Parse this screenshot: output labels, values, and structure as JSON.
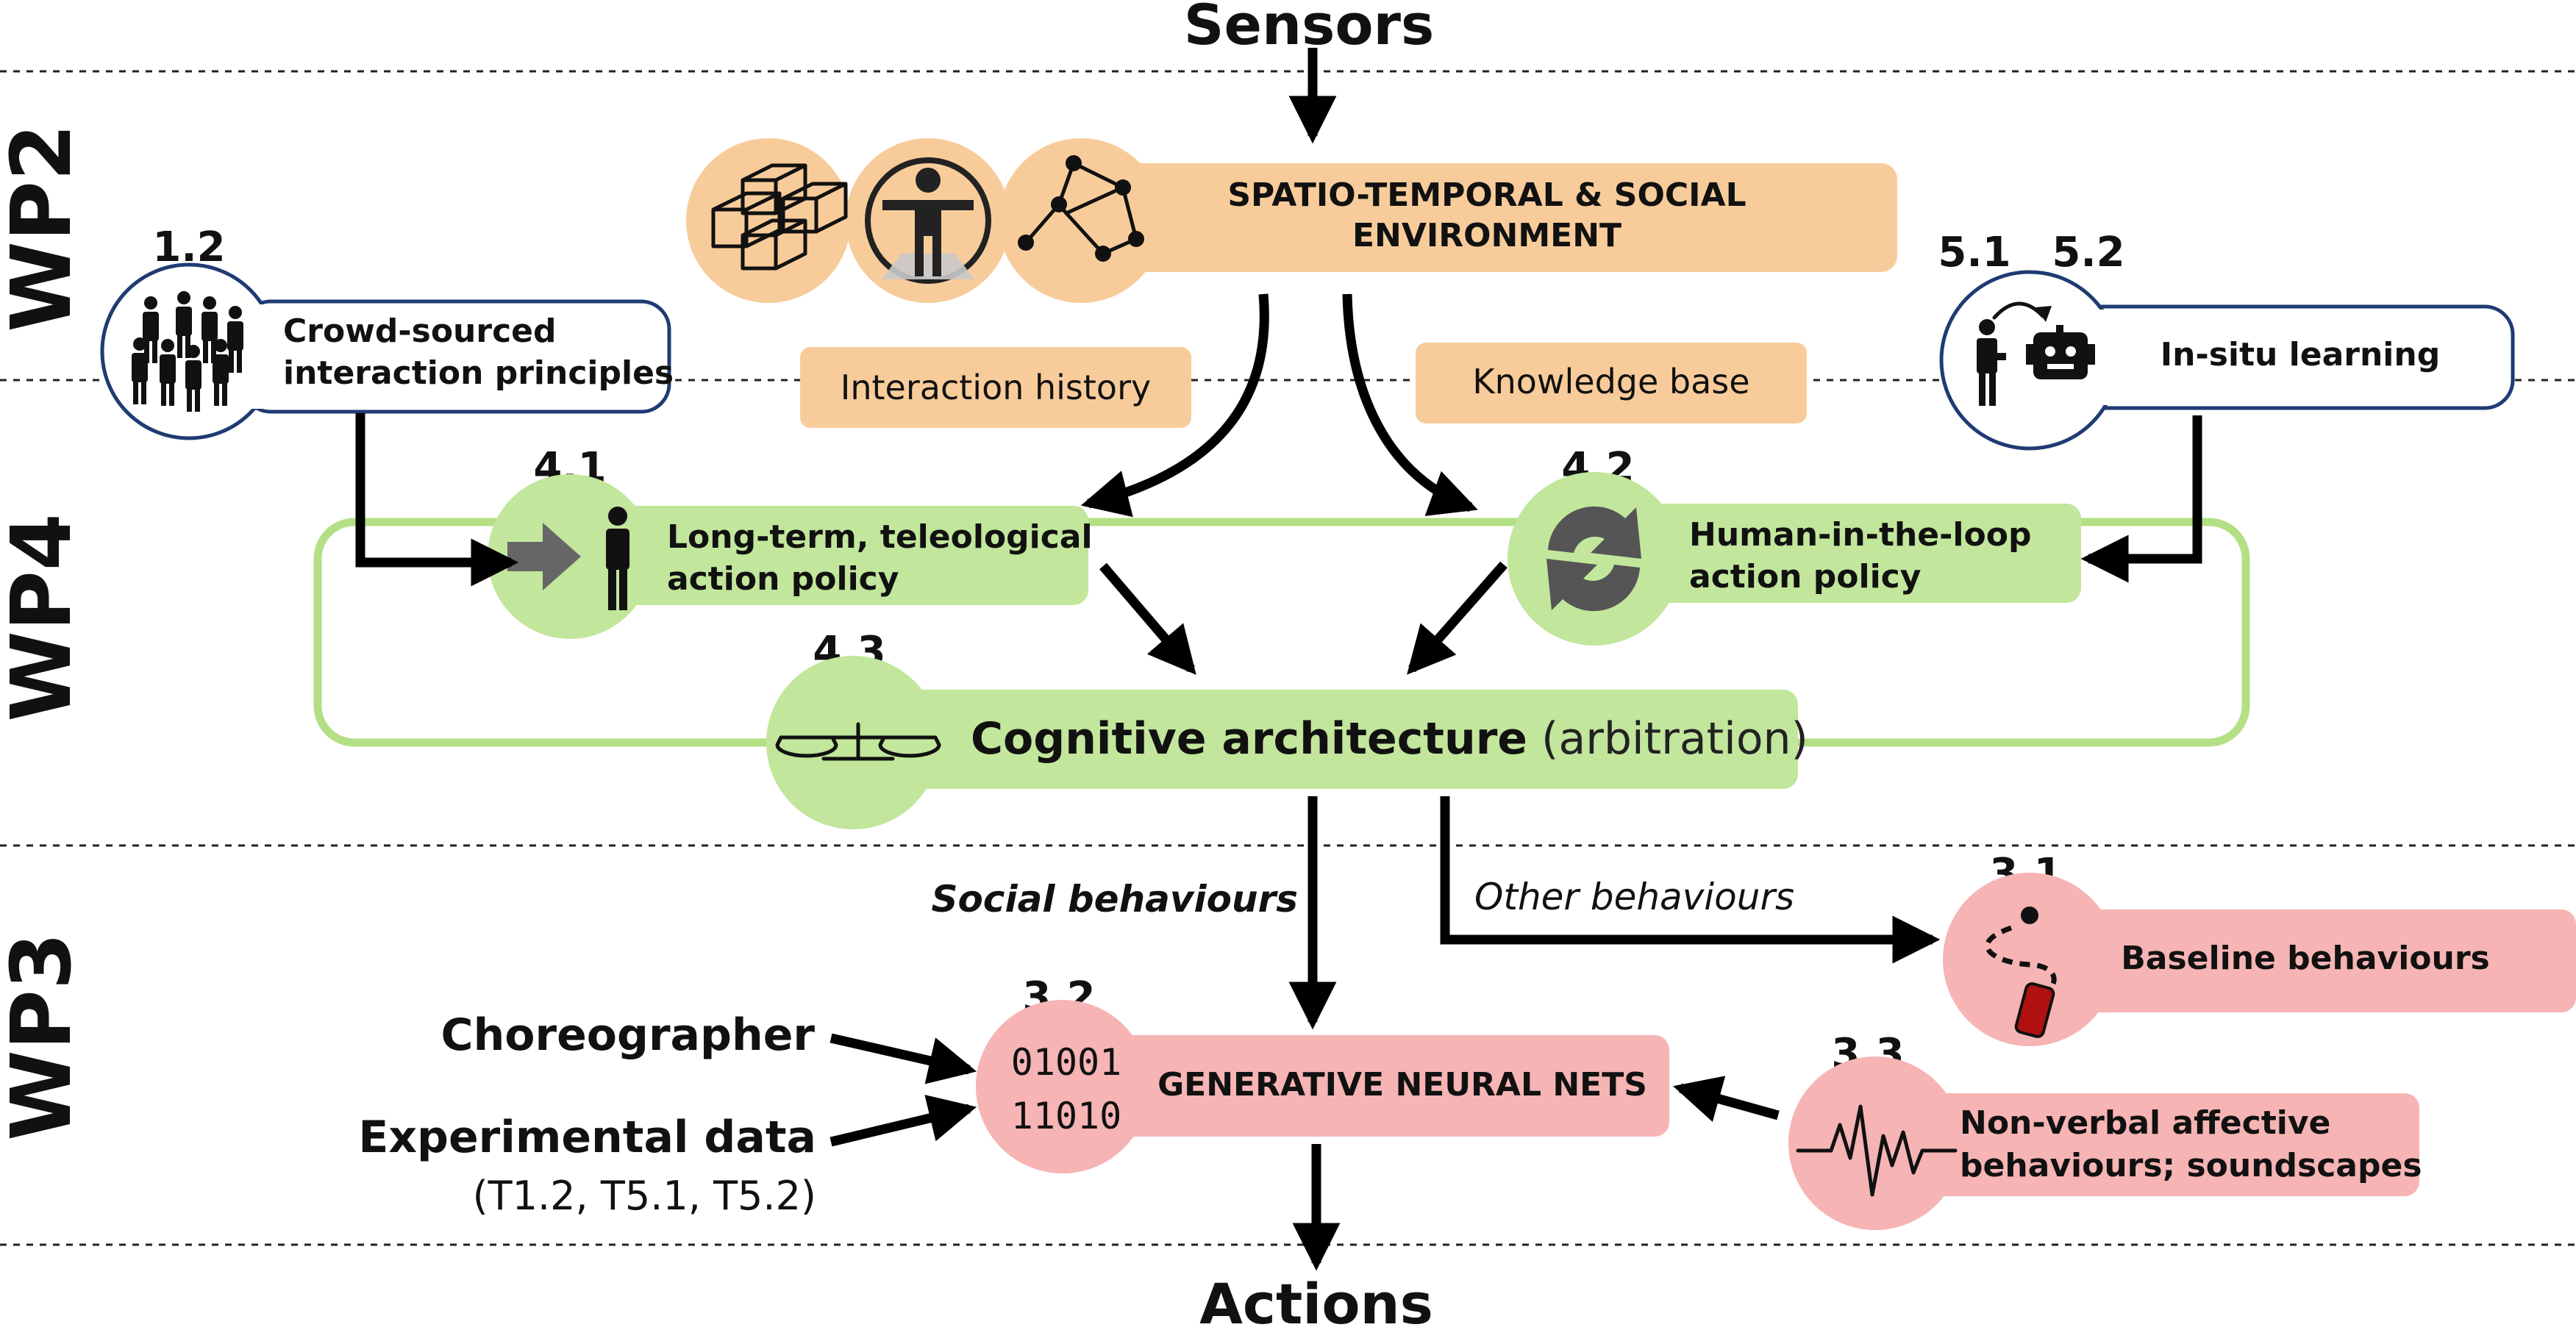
{
  "io": {
    "sensors": "Sensors",
    "actions": "Actions"
  },
  "work_packages": {
    "wp2": "WP2",
    "wp4": "WP4",
    "wp3": "WP3"
  },
  "wp2": {
    "environment": {
      "line1": "SPATIO-TEMPORAL & SOCIAL",
      "line2": "ENVIRONMENT",
      "icons": [
        "boxes-icon",
        "human-body-icon",
        "graph-network-icon"
      ]
    },
    "interaction_history": "Interaction history",
    "knowledge_base": "Knowledge base",
    "crowd": {
      "number": "1.2",
      "line1": "Crowd-sourced",
      "line2": "interaction principles",
      "icon": "crowd-icon"
    },
    "insitu": {
      "number1": "5.1",
      "number2": "5.2",
      "label": "In-situ learning",
      "icon": "robot-learning-icon"
    }
  },
  "wp4": {
    "long_term": {
      "number": "4.1",
      "line1": "Long-term, teleological",
      "line2": "action policy",
      "icon": "arrow-person-icon"
    },
    "hitl": {
      "number": "4.2",
      "line1": "Human-in-the-loop",
      "line2": "action policy",
      "icon": "cycle-icon"
    },
    "cognitive": {
      "number": "4.3",
      "bold": "Cognitive architecture",
      "rest": " (arbitration)",
      "icon": "balance-scale-icon"
    }
  },
  "wp3": {
    "social_behaviours": "Social behaviours",
    "other_behaviours": "Other behaviours",
    "baseline": {
      "number": "3.1",
      "label": "Baseline behaviours",
      "icon": "path-robot-icon"
    },
    "generative": {
      "number": "3.2",
      "label": "GENERATIVE NEURAL NETS",
      "bits1": "01001",
      "bits2": "11010"
    },
    "nonverbal": {
      "number": "3.3",
      "line1": "Non-verbal affective",
      "line2": "behaviours; soundscapes",
      "icon": "waveform-icon"
    },
    "choreographer": "Choreographer",
    "experimental": "Experimental data",
    "experimental_sub": "(T1.2, T5.1, T5.2)"
  },
  "colors": {
    "orange": "#f8cc9a",
    "green": "#c2e69c",
    "green_border": "#b4df85",
    "pink": "#f6b4b4",
    "navy": "#1f3b73",
    "dark_red": "#b01010"
  }
}
